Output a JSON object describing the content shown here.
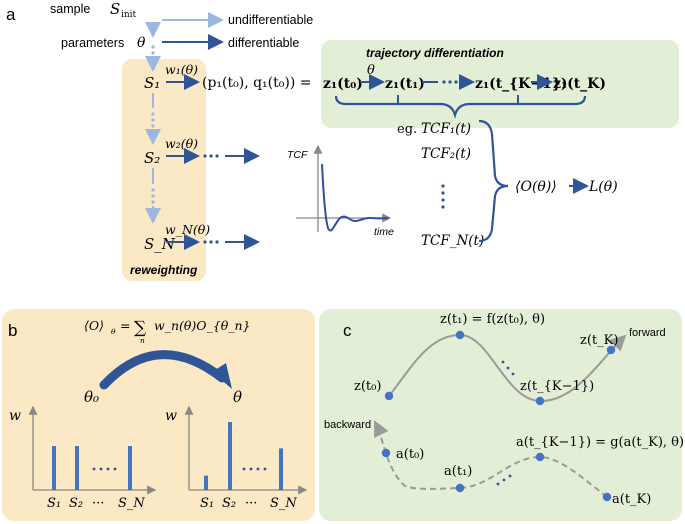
{
  "panel_a": {
    "label": "a",
    "sample_label": "sample",
    "sample_symbol": "S",
    "sample_sub": "init",
    "params_label": "parameters",
    "params_symbol": "θ",
    "legend_undiff": "undifferentiable",
    "legend_diff": "differentiable",
    "reweighting_title": "reweighting",
    "trajectory_title": "trajectory differentiation",
    "states": [
      "S₁",
      "S₂",
      "S_N"
    ],
    "weights": [
      "w₁(θ)",
      "w₂(θ)",
      "w_N(θ)"
    ],
    "init_eq": "(p₁(t₀), q₁(t₀)) =",
    "trajectory_nodes": [
      "z₁(t₀)",
      "z₁(t₁)",
      "z₁(t_{K−1})",
      "z₁(t_K)"
    ],
    "trajectory_theta": "θ",
    "example_prefix": "eg.",
    "tcf_terms": [
      "TCF₁(t)",
      "TCF₂(t)",
      "TCF_N(t)"
    ],
    "observable": "⟨O(θ)⟩",
    "loss": "L(θ)",
    "tcf_plot_ylabel": "TCF",
    "tcf_plot_xlabel": "time"
  },
  "panel_b": {
    "label": "b",
    "equation_lhs": "⟨O⟩",
    "equation_lhs_sub": "θ",
    "equation_rhs": "w_n(θ)O_{θ_n}",
    "equation_sum_index": "n",
    "theta_start": "θ₀",
    "theta_end": "θ",
    "axis_w": "w",
    "left_xticks": [
      "S₁",
      "S₂",
      "···",
      "S_N"
    ],
    "right_xticks": [
      "S₁",
      "S₂",
      "···",
      "S_N"
    ],
    "left_bar_weights": [
      0.55,
      0.55,
      0.55
    ],
    "right_bar_weights": [
      0.18,
      0.85,
      0.52
    ]
  },
  "panel_c": {
    "label": "c",
    "forward_label": "forward",
    "backward_label": "backward",
    "forward_points": [
      "z(t₀)",
      "z(t₁) = f(z(t₀), θ)",
      "z(t_{K−1})",
      "z(t_K)"
    ],
    "backward_points": [
      "a(t₀)",
      "a(t₁)",
      "a(t_{K−1}) = g(a(t_K), θ)",
      "a(t_K)"
    ]
  },
  "colors": {
    "light_arrow": "#9db8e0",
    "dark_arrow": "#2f5597",
    "point": "#4472c4",
    "orange_panel": "#fbe8c4",
    "green_panel": "#e2eed6",
    "tcf_curve": "#2f4fa0",
    "grey_curve": "#9a9a9a"
  }
}
